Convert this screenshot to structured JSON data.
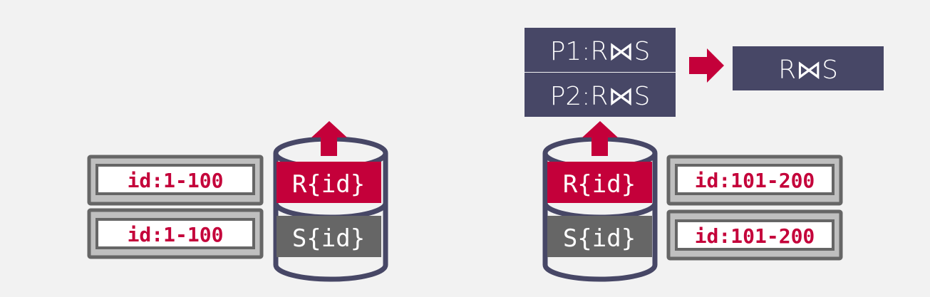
{
  "colors": {
    "background": "#f2f2f2",
    "accent": "#c4003a",
    "navy": "#474766",
    "gray": "#666666",
    "light_gray": "#bfbfbf"
  },
  "left": {
    "partitions": [
      "id:1-100",
      "id:1-100"
    ],
    "tables": [
      "R{id}",
      "S{id}"
    ]
  },
  "right": {
    "partitions": [
      "id:101-200",
      "id:101-200"
    ],
    "tables": [
      "R{id}",
      "S{id}"
    ]
  },
  "results": {
    "partials": [
      "P1:R⋈S",
      "P2:R⋈S"
    ],
    "final": "R⋈S"
  }
}
